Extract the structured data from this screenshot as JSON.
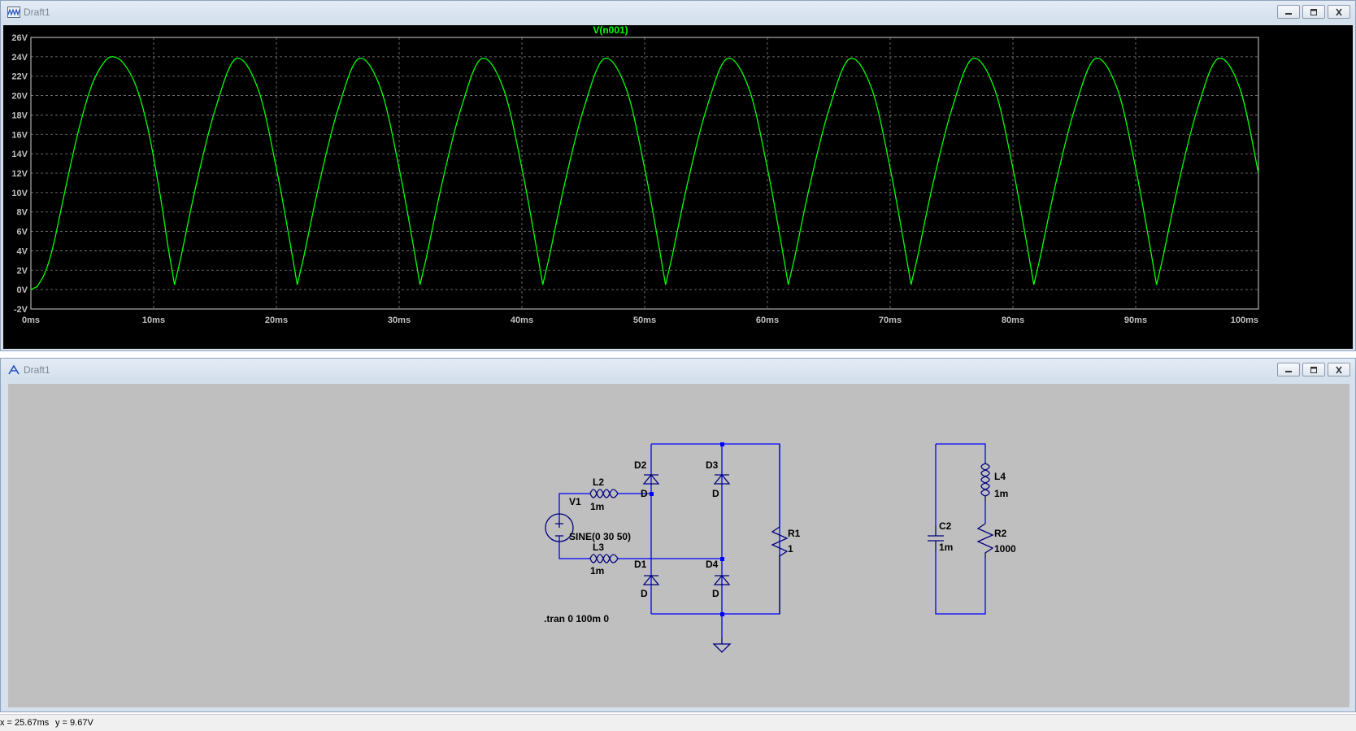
{
  "plot_window": {
    "title": "Draft1",
    "buttons": [
      "minimize",
      "restore",
      "close"
    ],
    "colors": {
      "background": "#000000",
      "trace": "#00ff00",
      "grid": "#808080",
      "labels": "#c0c0c0"
    }
  },
  "chart_data": {
    "type": "line",
    "title": "V(n001)",
    "xlabel": "",
    "ylabel": "",
    "x_unit": "ms",
    "y_unit": "V",
    "xlim": [
      0,
      100
    ],
    "ylim": [
      -2,
      26
    ],
    "x_ticks": [
      "0ms",
      "10ms",
      "20ms",
      "30ms",
      "40ms",
      "50ms",
      "60ms",
      "70ms",
      "80ms",
      "90ms",
      "100ms"
    ],
    "y_ticks": [
      "26V",
      "24V",
      "22V",
      "20V",
      "18V",
      "16V",
      "14V",
      "12V",
      "10V",
      "8V",
      "6V",
      "4V",
      "2V",
      "0V",
      "-2V"
    ],
    "grid": true,
    "series": [
      {
        "name": "V(n001)",
        "color": "#00ff00",
        "x": [
          0,
          0.5,
          1,
          1.5,
          2,
          3,
          4,
          5,
          6,
          6.7,
          7.5,
          8.5,
          9.5,
          10.5,
          11.2,
          11.7,
          12.2,
          13.5,
          15,
          16.7,
          18.5,
          20,
          21.2,
          21.7,
          22.2,
          23.5,
          25,
          26.7,
          28.5,
          30,
          31.2,
          31.7,
          32.2,
          33.5,
          35,
          36.7,
          38.5,
          40,
          41.2,
          41.7,
          42.2,
          43.5,
          45,
          46.7,
          48.5,
          50,
          51.2,
          51.7,
          52.2,
          53.5,
          55,
          56.7,
          58.5,
          60,
          61.2,
          61.7,
          62.2,
          63.5,
          65,
          66.7,
          68.5,
          70,
          71.2,
          71.7,
          72.2,
          73.5,
          75,
          76.7,
          78.5,
          80,
          81.2,
          81.7,
          82.2,
          83.5,
          85,
          86.7,
          88.5,
          90,
          91.2,
          91.7,
          92.2,
          93.5,
          95,
          96.7,
          98.5,
          100
        ],
        "y": [
          0,
          0.3,
          1.3,
          3,
          5.5,
          11.5,
          17,
          21.2,
          23.5,
          24,
          23.4,
          21.2,
          16.8,
          10,
          4.2,
          0.5,
          3.2,
          11,
          18.5,
          23.8,
          20.7,
          12.5,
          4.2,
          0.5,
          3.2,
          11,
          18.5,
          23.8,
          20.7,
          12.5,
          4.2,
          0.5,
          3.2,
          11,
          18.5,
          23.8,
          20.7,
          12.5,
          4.2,
          0.5,
          3.2,
          11,
          18.5,
          23.8,
          20.7,
          12.5,
          4.2,
          0.5,
          3.2,
          11,
          18.5,
          23.8,
          20.7,
          12.5,
          4.2,
          0.5,
          3.2,
          11,
          18.5,
          23.8,
          20.7,
          12.5,
          4.2,
          0.5,
          3.2,
          11,
          18.5,
          23.8,
          20.7,
          12.5,
          4.2,
          0.5,
          3.2,
          11,
          18.5,
          23.8,
          20.7,
          12.5,
          4.2,
          0.5,
          3.2,
          11,
          18.5,
          23.8,
          20.7,
          12
        ]
      }
    ]
  },
  "schematic_window": {
    "title": "Draft1",
    "buttons": [
      "minimize",
      "restore",
      "close"
    ],
    "colors": {
      "background": "#bfbfbf",
      "wire": "#0000ff",
      "component": "#000080",
      "text": "#000000"
    },
    "components": {
      "v1": {
        "name": "V1",
        "value": "SINE(0 30 50)"
      },
      "l2": {
        "name": "L2",
        "value": "1m"
      },
      "l3": {
        "name": "L3",
        "value": "1m"
      },
      "d1": {
        "name": "D1",
        "value": "D"
      },
      "d2": {
        "name": "D2",
        "value": "D"
      },
      "d3": {
        "name": "D3",
        "value": "D"
      },
      "d4": {
        "name": "D4",
        "value": "D"
      },
      "r1": {
        "name": "R1",
        "value": "1"
      },
      "c2": {
        "name": "C2",
        "value": "1m"
      },
      "l4": {
        "name": "L4",
        "value": "1m"
      },
      "r2": {
        "name": "R2",
        "value": "1000"
      }
    },
    "directive": ".tran 0 100m 0"
  },
  "status_bar": {
    "x_readout": "x = 25.67ms",
    "y_readout": "y = 9.67V"
  }
}
